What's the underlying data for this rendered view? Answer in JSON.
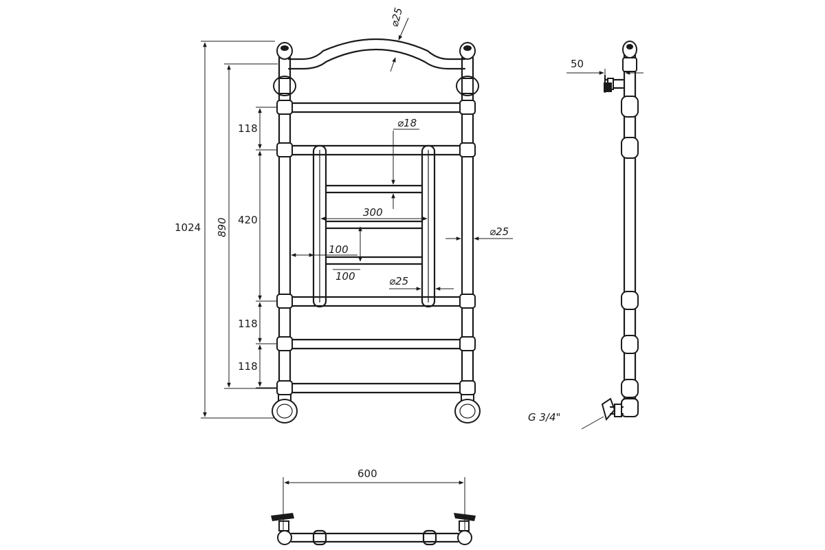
{
  "front_view": {
    "overall_height": "1024",
    "connection_height": "890",
    "upper_spacing": "118",
    "frame_height": "420",
    "lower_spacing_1": "118",
    "lower_spacing_2": "118",
    "top_arch_diameter": "⌀25",
    "inner_bar_diameter": "⌀18",
    "inner_width": "300",
    "side_tube_diameter": "⌀25",
    "inner_offset_1": "100",
    "inner_offset_2": "100",
    "inner_tube_diameter": "⌀25"
  },
  "side_view": {
    "wall_distance": "50",
    "thread": "G 3/4\""
  },
  "bottom_view": {
    "overall_width": "600"
  }
}
